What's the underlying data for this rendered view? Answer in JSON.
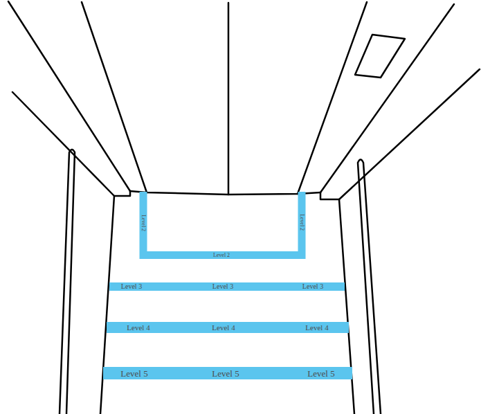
{
  "diagram": {
    "nodes": [
      {
        "text": [
          "Level 2",
          "Level 2",
          "Level 2"
        ]
      },
      {
        "text": [
          "Level 3",
          "Level 3",
          "Level 3"
        ]
      },
      {
        "text": [
          "Level 4",
          "Level 4",
          "Level 4"
        ]
      },
      {
        "text": [
          "Level 5",
          "Level 5",
          "Level 5"
        ]
      }
    ]
  }
}
